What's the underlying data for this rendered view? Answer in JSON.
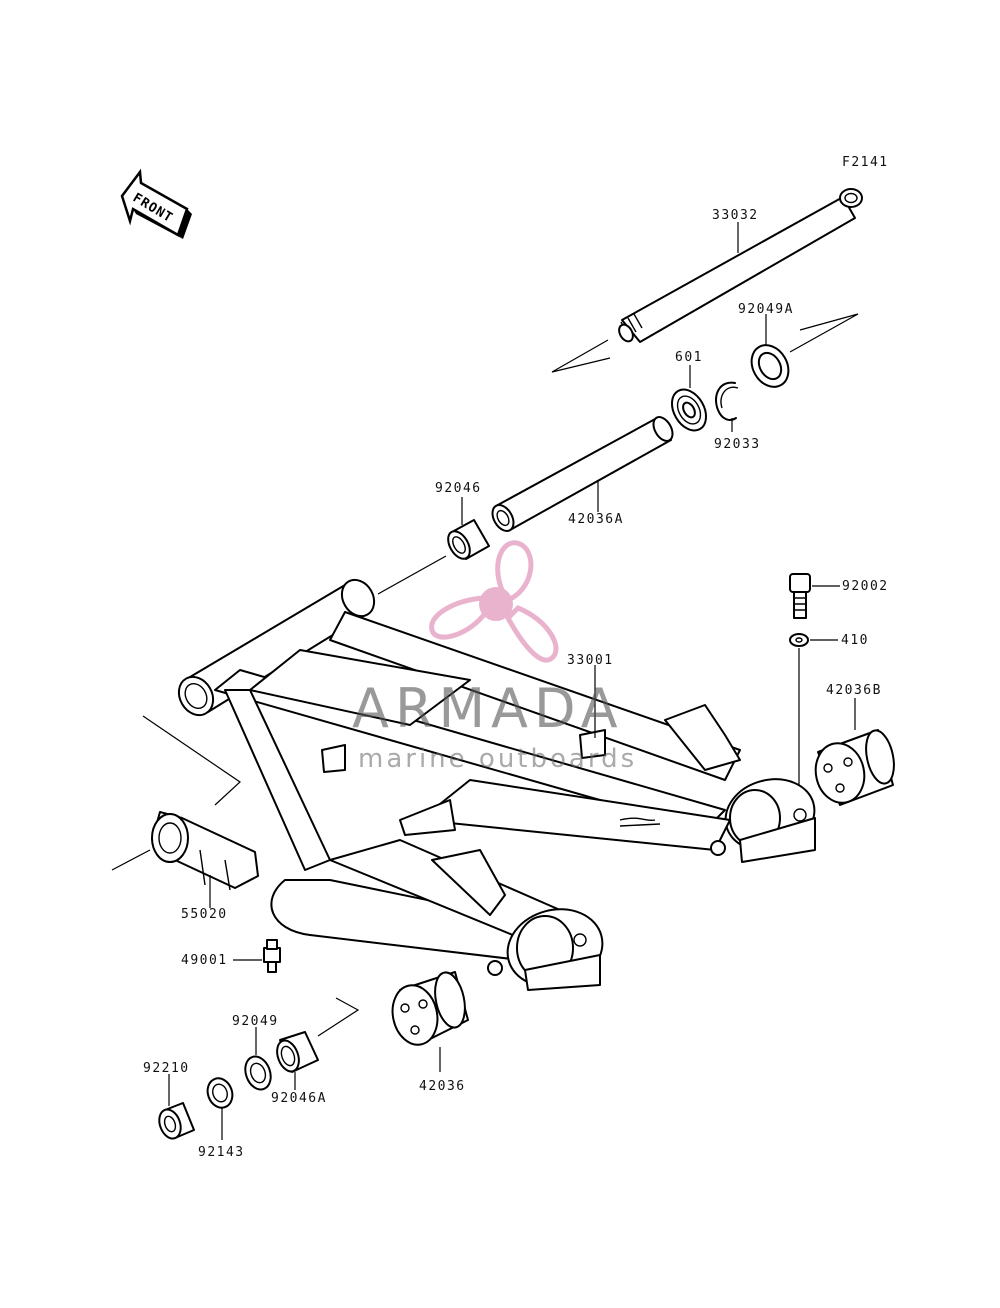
{
  "figure_code": "F2141",
  "front_label": "FRONT",
  "watermark": {
    "title": "ARMADA",
    "subtitle": "marine outboards",
    "logo_color": "#e6a6c6"
  },
  "callouts": {
    "p33032": "33032",
    "p92049A": "92049A",
    "p601": "601",
    "p92033": "92033",
    "p92046": "92046",
    "p42036A": "42036A",
    "p92002": "92002",
    "p410": "410",
    "p33001": "33001",
    "p42036B": "42036B",
    "p55020": "55020",
    "p49001": "49001",
    "p92049": "92049",
    "p92210": "92210",
    "p92046A": "92046A",
    "p42036": "42036",
    "p92143": "92143"
  }
}
